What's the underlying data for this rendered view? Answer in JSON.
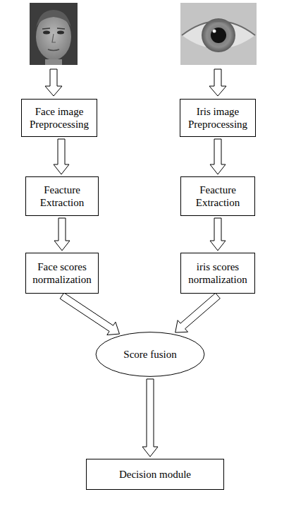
{
  "diagram": {
    "nodes": [
      {
        "text": [
          "Face image Preprocessing"
        ]
      },
      {
        "text": [
          "Iris image Preprocessing"
        ]
      },
      {
        "text": [
          "Feacture Extraction"
        ]
      },
      {
        "text": [
          "Feacture Extraction"
        ]
      },
      {
        "text": [
          "Face scores normalization"
        ]
      },
      {
        "text": [
          "iris scores normalization"
        ]
      },
      {
        "text": [
          "Score fusion"
        ]
      },
      {
        "text": [
          "Decision module"
        ]
      }
    ],
    "edges": [
      {
        "from": 0,
        "to": 2,
        "arrow": "to"
      },
      {
        "from": 1,
        "to": 3,
        "arrow": "to"
      },
      {
        "from": 2,
        "to": 4,
        "arrow": "to"
      },
      {
        "from": 3,
        "to": 5,
        "arrow": "to"
      },
      {
        "from": 4,
        "to": 6,
        "arrow": "to"
      },
      {
        "from": 5,
        "to": 6,
        "arrow": "to"
      },
      {
        "from": 6,
        "to": 7,
        "arrow": "to"
      }
    ]
  }
}
